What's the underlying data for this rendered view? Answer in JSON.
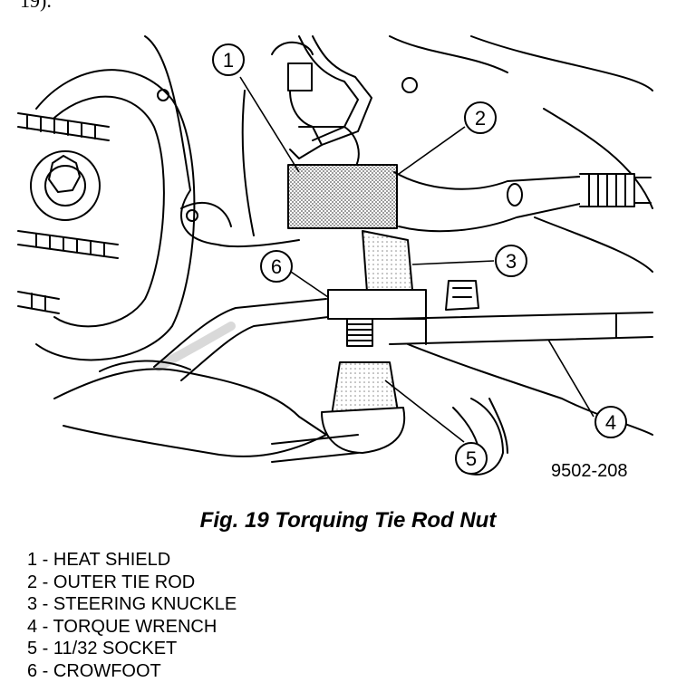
{
  "top_fragment": "19).",
  "figure_id": "9502-208",
  "caption": "Fig. 19 Torquing Tie Rod Nut",
  "callouts": [
    "1",
    "2",
    "3",
    "4",
    "5",
    "6"
  ],
  "legend": [
    "1 - HEAT SHIELD",
    "2 - OUTER TIE ROD",
    "3 - STEERING KNUCKLE",
    "4 - TORQUE WRENCH",
    "5 - 11/32 SOCKET",
    "6 - CROWFOOT"
  ]
}
